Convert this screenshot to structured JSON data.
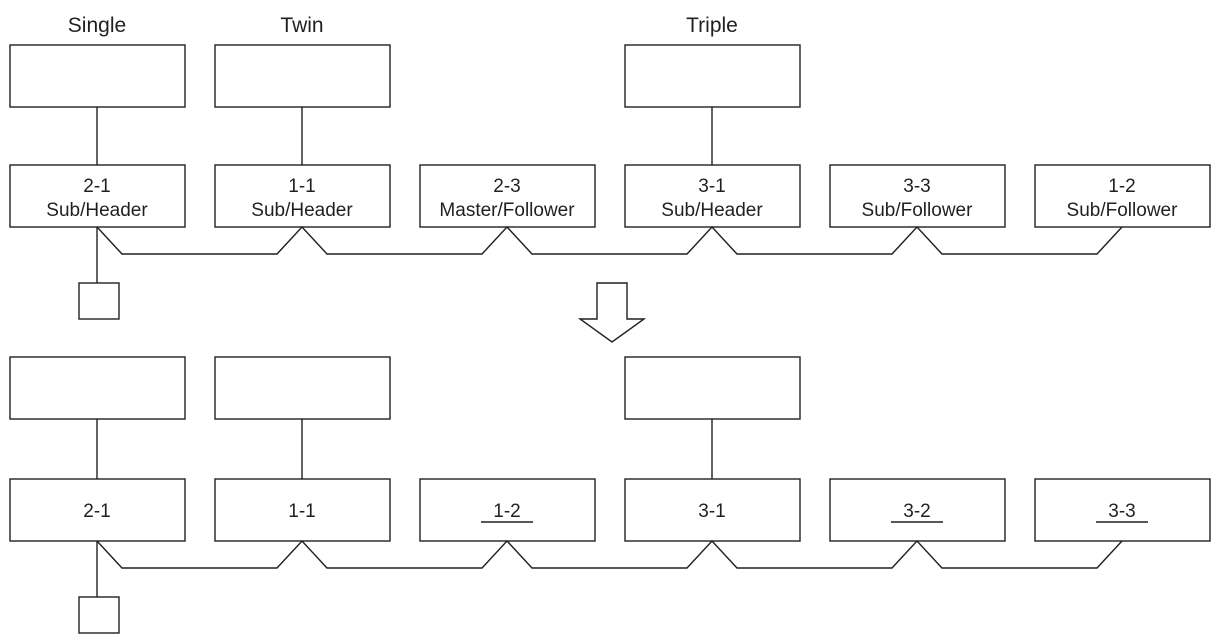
{
  "group_labels": {
    "single": "Single",
    "twin": "Twin",
    "triple": "Triple"
  },
  "before": {
    "units": [
      {
        "line1": "2-1",
        "line2": "Sub/Header"
      },
      {
        "line1": "1-1",
        "line2": "Sub/Header"
      },
      {
        "line1": "2-3",
        "line2": "Master/Follower"
      },
      {
        "line1": "3-1",
        "line2": "Sub/Header"
      },
      {
        "line1": "3-3",
        "line2": "Sub/Follower"
      },
      {
        "line1": "1-2",
        "line2": "Sub/Follower"
      }
    ]
  },
  "after": {
    "units": [
      {
        "label": "2-1",
        "underlined": false
      },
      {
        "label": "1-1",
        "underlined": false
      },
      {
        "label": "1-2",
        "underlined": true
      },
      {
        "label": "3-1",
        "underlined": false
      },
      {
        "label": "3-2",
        "underlined": true
      },
      {
        "label": "3-3",
        "underlined": true
      }
    ]
  },
  "colors": {
    "line": "#231f20",
    "background": "#ffffff"
  }
}
